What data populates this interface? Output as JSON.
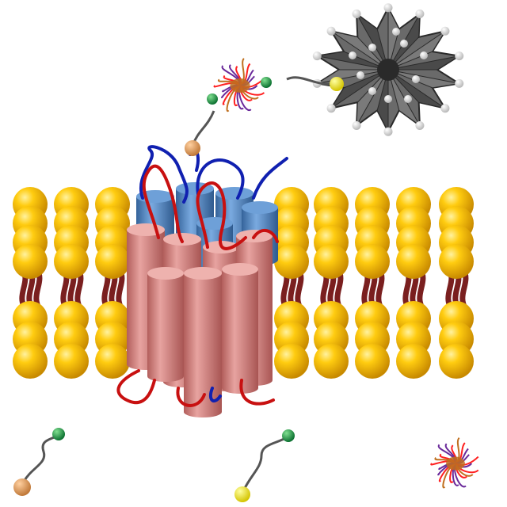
{
  "colors": {
    "lipid_head": "#f2b300",
    "lipid_head_highlight": "#ffe266",
    "lipid_tail": "#7a1f1f",
    "helix_red": "#d98a86",
    "helix_red_dark": "#b45a58",
    "helix_blue": "#5a8cc6",
    "helix_blue_dark": "#3a68a0",
    "loop_red": "#c81010",
    "loop_blue": "#1020b0",
    "nanoparticle": "#6a6a6a",
    "nanoparticle_dark": "#3a3a3a",
    "bead_white": "#f2f2f2",
    "bead_yellow": "#f2e600",
    "bead_orange": "#e8a060",
    "bead_green": "#1aa040",
    "protein_red": "#ff2020",
    "protein_purple": "#6a2a9a",
    "protein_orange": "#c07020"
  },
  "components": [
    {
      "id": "membrane",
      "name": "lipid-bilayer"
    },
    {
      "id": "channel",
      "name": "membrane-channel"
    },
    {
      "id": "nanoparticle",
      "name": "star-nanoparticle"
    },
    {
      "id": "conjugate",
      "name": "protein-conjugate"
    },
    {
      "id": "linker_orange_green",
      "name": "linker-orange-green"
    },
    {
      "id": "linker_yellow_green",
      "name": "linker-yellow-green"
    },
    {
      "id": "free_protein",
      "name": "free-protein"
    }
  ]
}
